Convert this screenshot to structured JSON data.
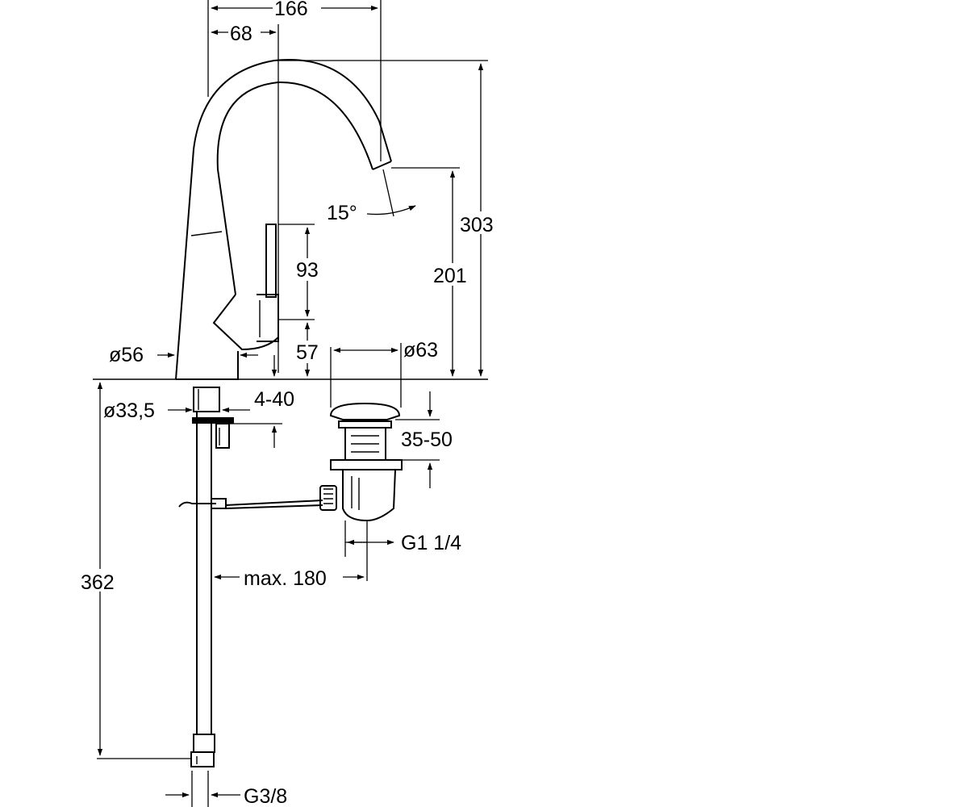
{
  "drawing": {
    "dimensions": {
      "width_total": "166",
      "width_spout_axis": "68",
      "spout_angle": "15°",
      "height_total": "303",
      "height_spout": "201",
      "lever_height": "93",
      "lever_base": "57",
      "base_diameter": "ø56",
      "drain_diameter": "ø63",
      "shank_diameter": "ø33,5",
      "deck_thickness": "4-40",
      "drain_range": "35-50",
      "drain_thread": "G1 1/4",
      "rod_reach": "max. 180",
      "hose_length": "362",
      "hose_thread": "G3/8"
    }
  }
}
